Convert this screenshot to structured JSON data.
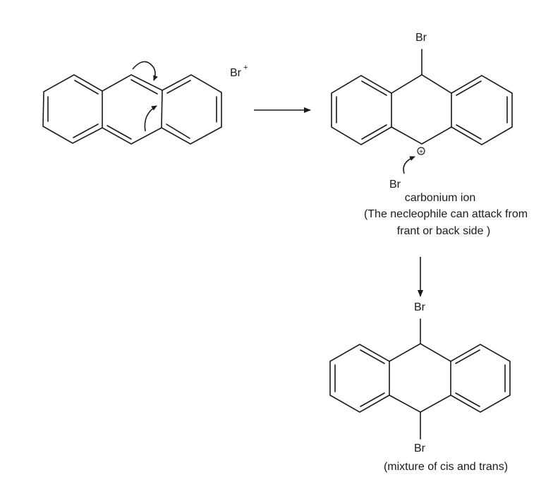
{
  "reagent": {
    "label": "Br",
    "charge": "+"
  },
  "intermediate": {
    "top_substituent": "Br",
    "charge_symbol": "+",
    "nucleophile": "Br",
    "caption_line1": "carbonium ion",
    "caption_line2": "(The necleophile can attack from",
    "caption_line3": "frant or back side )"
  },
  "product": {
    "top_substituent": "Br",
    "bottom_substituent": "Br",
    "caption": "(mixture of cis and trans)"
  }
}
